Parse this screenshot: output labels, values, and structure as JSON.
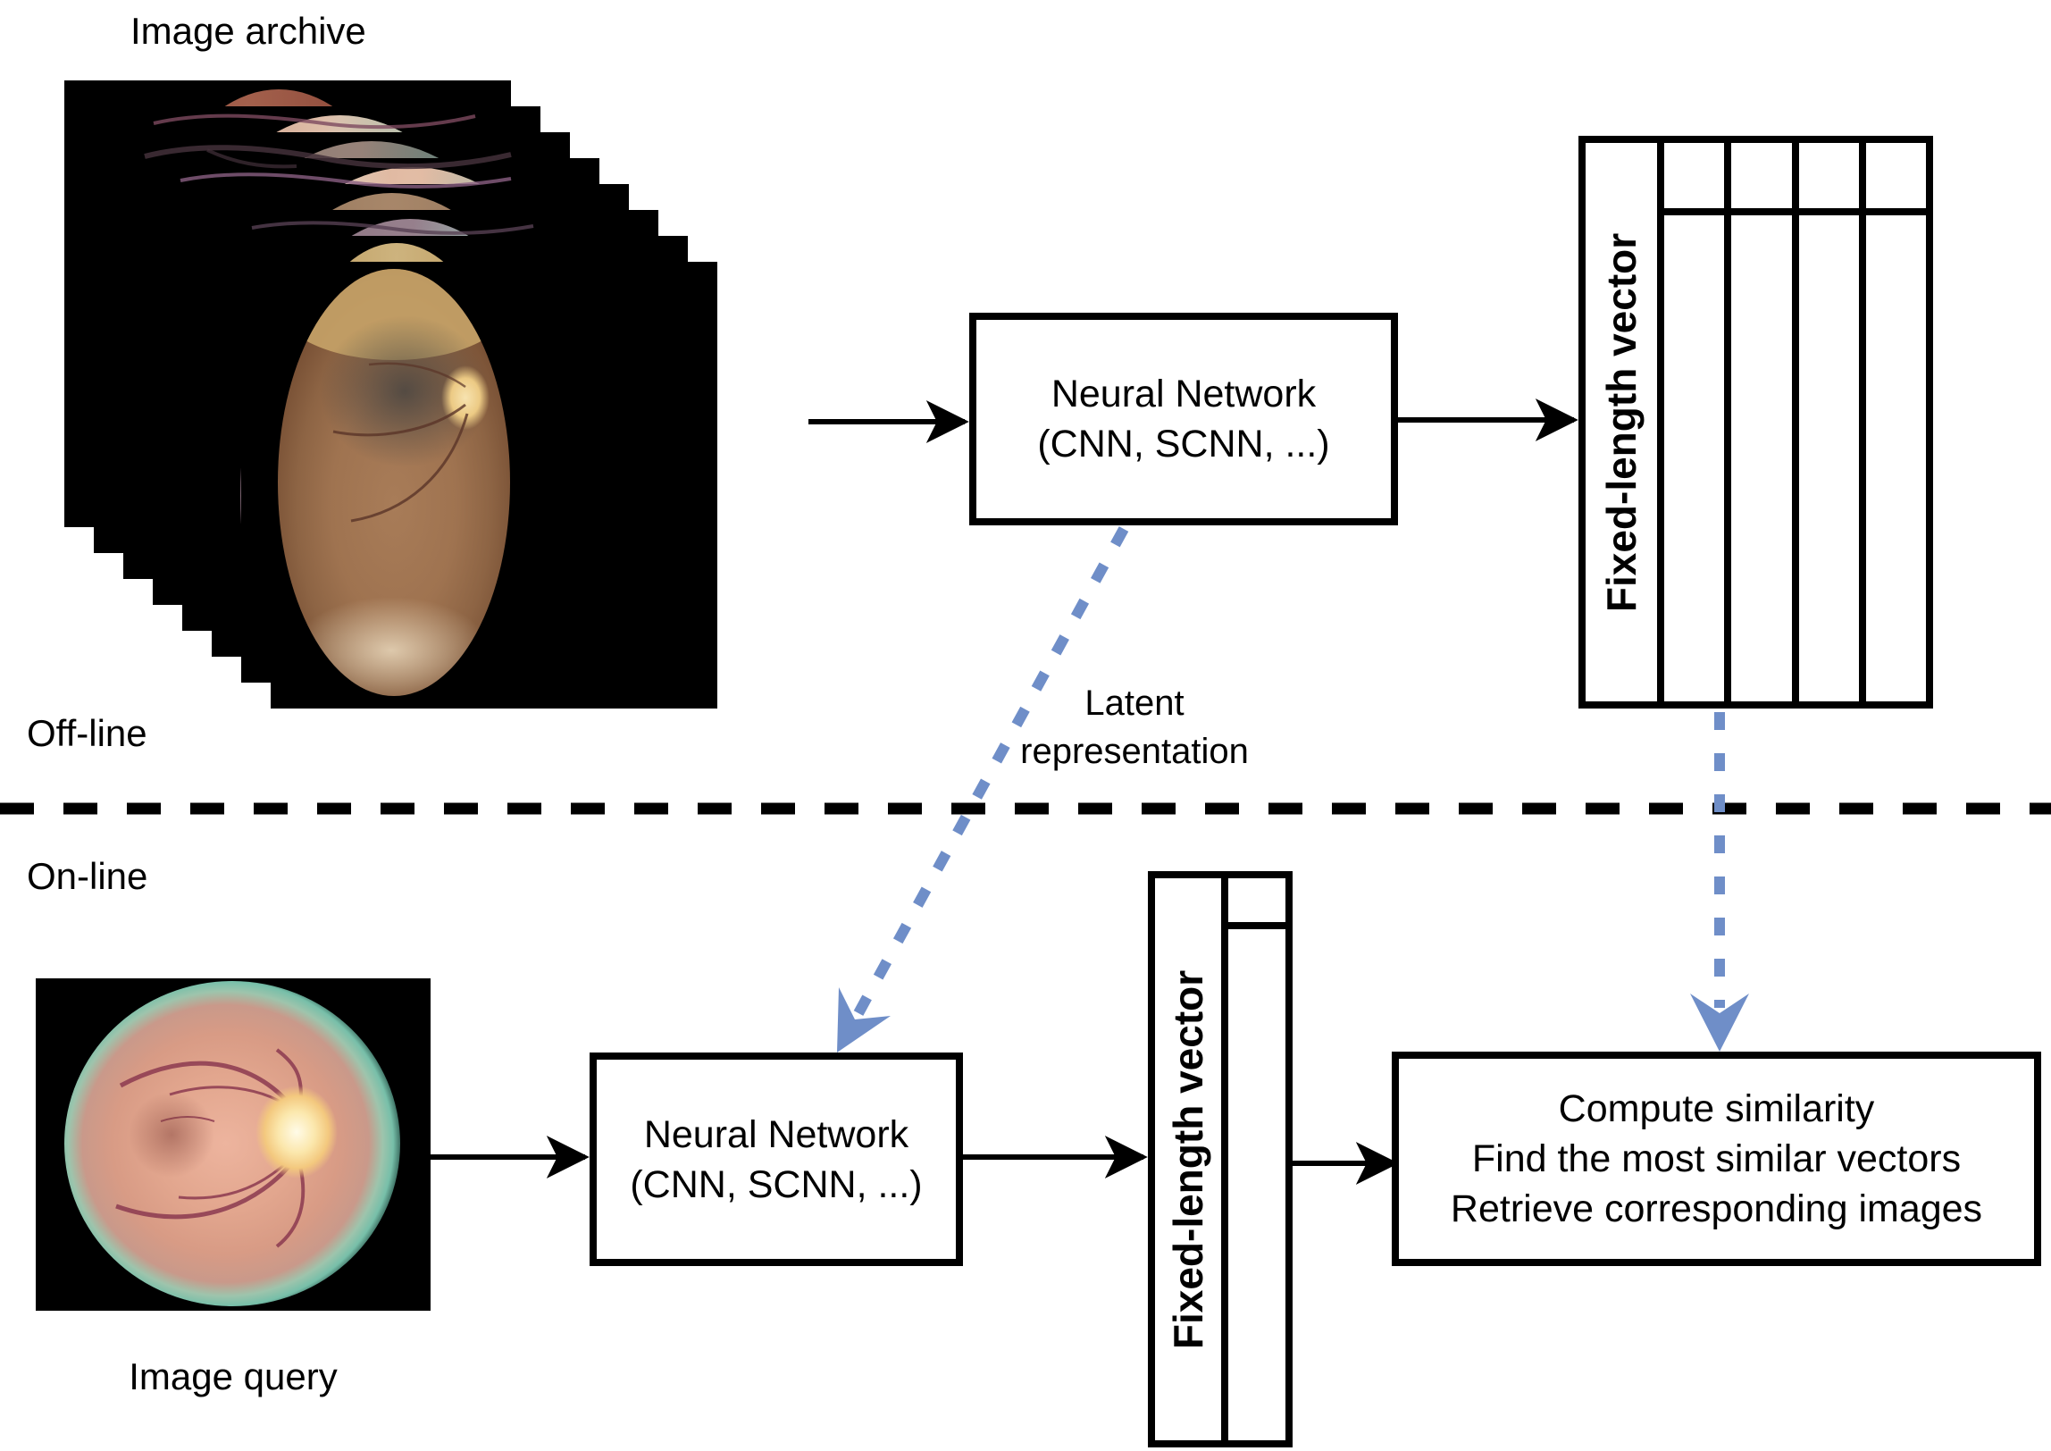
{
  "figure": {
    "offline_label": "Off-line",
    "online_label": "On-line",
    "archive": {
      "title": "Image archive"
    },
    "query": {
      "title": "Image query"
    },
    "nn_offline": {
      "line1": "Neural Network",
      "line2": "(CNN, SCNN, ...)"
    },
    "nn_online": {
      "line1": "Neural Network",
      "line2": "(CNN, SCNN, ...)"
    },
    "vector_offline": {
      "label": "Fixed-length vector",
      "columns": 4
    },
    "vector_online": {
      "label": "Fixed-length vector",
      "columns": 1
    },
    "compute": {
      "line1": "Compute similarity",
      "line2": "Find the most similar vectors",
      "line3": "Retrieve corresponding images"
    },
    "latent": {
      "line1": "Latent",
      "line2": "representation"
    },
    "colors": {
      "accent_blue": "#6f8ec8",
      "ink": "#000000"
    }
  }
}
